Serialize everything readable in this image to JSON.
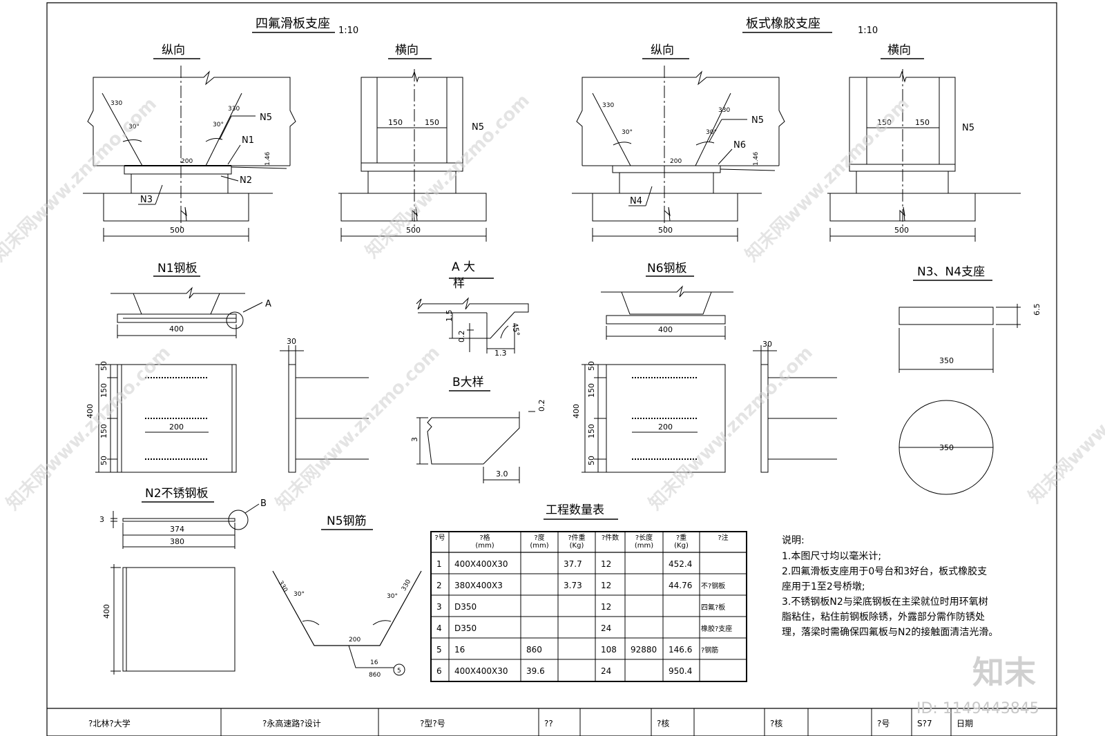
{
  "sheet": {
    "sections": {
      "ptfe_title": "四氟滑板支座",
      "ptfe_scale": "1:10",
      "rubber_title": "板式橡胶支座",
      "rubber_scale": "1:10"
    },
    "views": {
      "longitudinal": "纵向",
      "transverse": "横向"
    },
    "details": {
      "n1_plate": "N1钢板",
      "detail_a_line1": "A 大",
      "detail_a_line2": "样",
      "n6_plate": "N6钢板",
      "n3n4_seat": "N3、N4支座",
      "detail_b": "B大样",
      "n2_plate": "N2不锈钢板",
      "n5_bar": "N5钢筋",
      "qty_table_title": "工程数量表"
    },
    "dims": {
      "d500": "500",
      "d200": "200",
      "d150": "150",
      "d330": "330",
      "a30": "30°",
      "slope": "1.46",
      "d400": "400",
      "d50": "50",
      "d30": "30",
      "d15": "1.5",
      "d02": "0.2",
      "d13": "1.3",
      "a45": "45°",
      "d3": "3",
      "d30f": "3.0",
      "d374": "374",
      "d380": "380",
      "d350": "350",
      "d65": "6.5",
      "d16": "16",
      "d860": "860"
    },
    "labels": {
      "N1": "N1",
      "N2": "N2",
      "N3": "N3",
      "N4": "N4",
      "N5": "N5",
      "N6": "N6",
      "A": "A",
      "B": "B",
      "five": "5"
    },
    "table": {
      "headers": [
        "?号",
        "?格\n(mm)",
        "?度\n(mm)",
        "?件重\n(Kg)",
        "?件数",
        "?长度\n(mm)",
        "?重\n(Kg)",
        "?注"
      ],
      "rows": [
        [
          "1",
          "400X400X30",
          "",
          "37.7",
          "12",
          "",
          "452.4",
          ""
        ],
        [
          "2",
          "380X400X3",
          "",
          "3.73",
          "12",
          "",
          "44.76",
          "不?钢板"
        ],
        [
          "3",
          "D350",
          "",
          "",
          "12",
          "",
          "",
          "四氟?板"
        ],
        [
          "4",
          "D350",
          "",
          "",
          "24",
          "",
          "",
          "橡胶?支座"
        ],
        [
          "5",
          "16",
          "860",
          "",
          "108",
          "92880",
          "146.6",
          "?钢筋"
        ],
        [
          "6",
          "400X400X30",
          "39.6",
          "",
          "24",
          "",
          "950.4",
          ""
        ]
      ]
    },
    "notes": {
      "heading": "说明:",
      "lines": [
        "1.本图尺寸均以毫米计;",
        "2.四氟滑板支座用于0号台和3好台，板式橡胶支",
        "座用于1至2号桥墩;",
        "3.不锈钢板N2与梁底钢板在主梁就位时用环氧树",
        "脂粘住，粘住前钢板除锈，外露部分需作防锈处",
        "理，落梁时需确保四氟板与N2的接触面清洁光滑。"
      ]
    },
    "title_block": {
      "cells": [
        "?北林?大学",
        "?永高速路?设计",
        "?型?号",
        "??",
        "",
        "?核",
        "",
        "?核",
        "",
        "?号",
        "S?7",
        "日期"
      ]
    },
    "watermark": {
      "site": "知末网www.znzmo.com",
      "brand": "知末",
      "id": "ID: 1149443845"
    }
  }
}
